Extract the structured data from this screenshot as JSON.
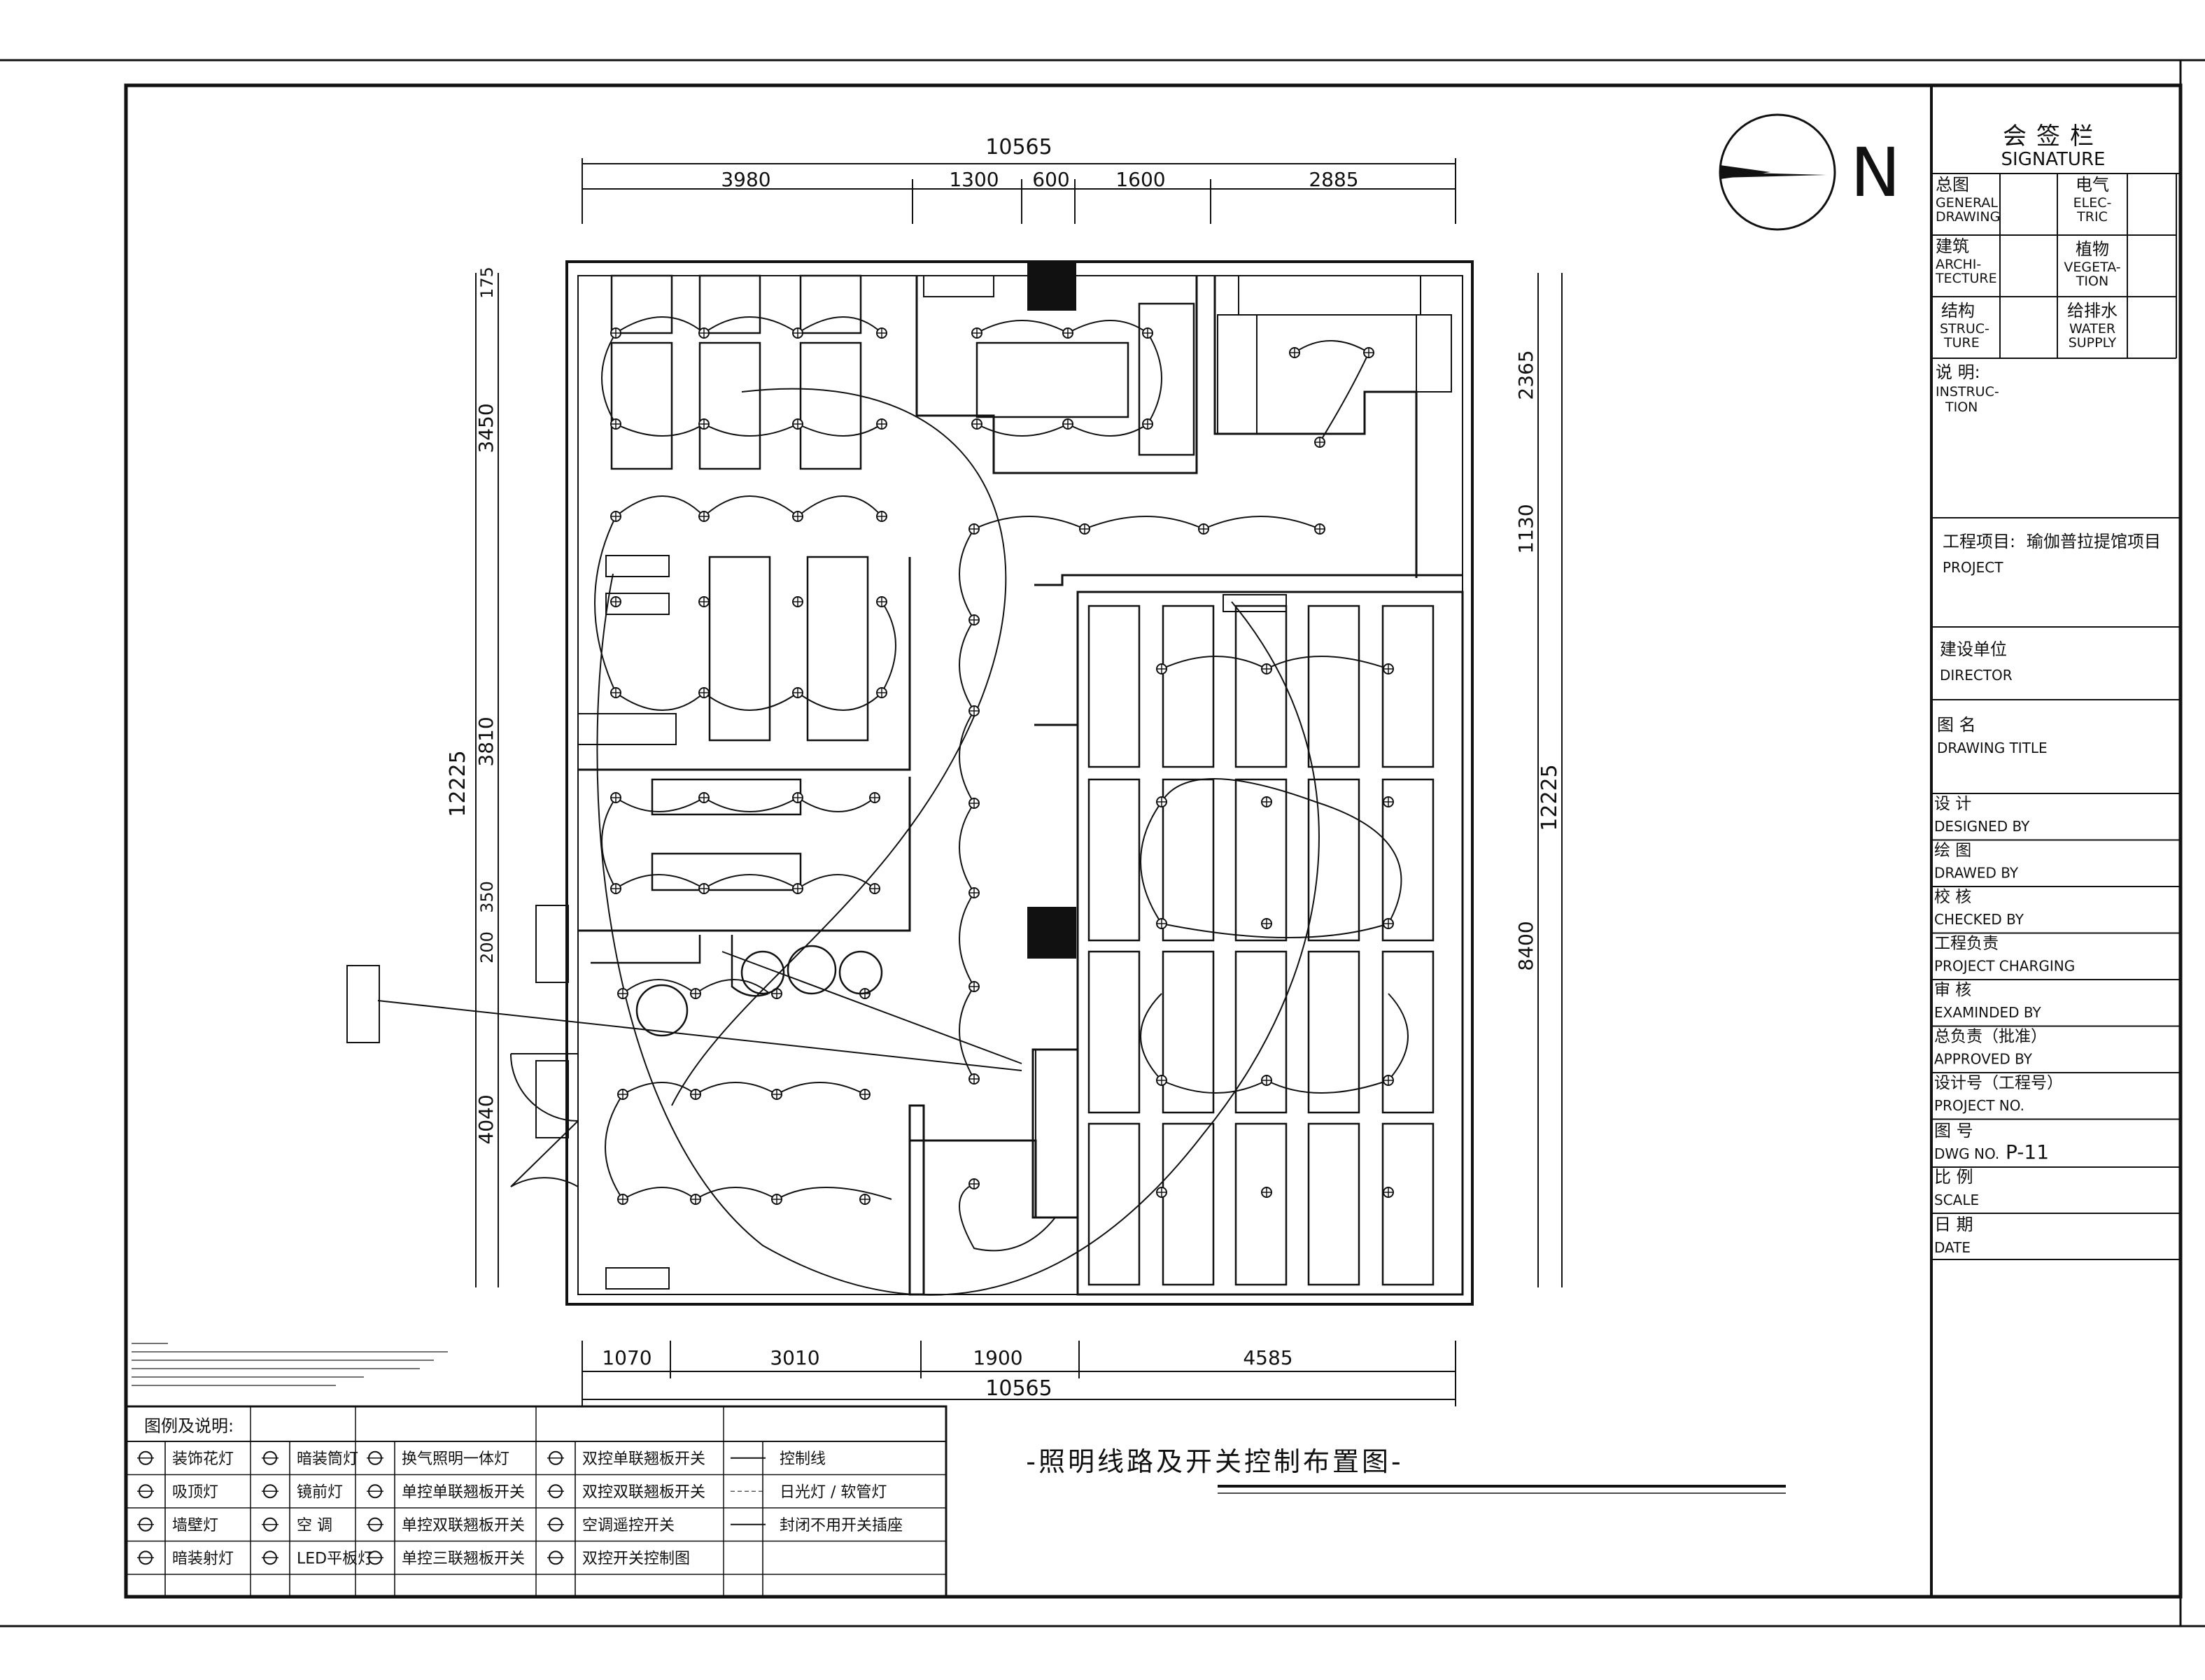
{
  "title_block": {
    "header_cn": "会签栏",
    "header_en": "SIGNATURE",
    "disciplines": [
      {
        "cn": "总图",
        "en1": "GENERAL",
        "en2": "DRAWING"
      },
      {
        "cn": "电气",
        "en1": "ELEC-",
        "en2": "TRIC"
      },
      {
        "cn": "建筑",
        "en1": "ARCHI-",
        "en2": "TECTURE"
      },
      {
        "cn": "植物",
        "en1": "VEGETA-",
        "en2": "TION"
      },
      {
        "cn": "结构",
        "en1": "STRUC-",
        "en2": "TURE"
      },
      {
        "cn": "给排水",
        "en1": "WATER",
        "en2": "SUPPLY"
      }
    ],
    "instruction_cn": "说 明:",
    "instruction_en1": "INSTRUC-",
    "instruction_en2": "TION",
    "project_label": "工程项目:",
    "project_value": "瑜伽普拉提馆项目",
    "project_en": "PROJECT",
    "director_cn": "建设单位",
    "director_en": "DIRECTOR",
    "drawing_title_cn": "图 名",
    "drawing_title_en": "DRAWING TITLE",
    "sign_rows": [
      {
        "cn": "设 计",
        "en": "DESIGNED  BY"
      },
      {
        "cn": "绘 图",
        "en": "DRAWED  BY"
      },
      {
        "cn": "校 核",
        "en": "CHECKED  BY"
      },
      {
        "cn": "工程负责",
        "en": "PROJECT CHARGING"
      },
      {
        "cn": "审 核",
        "en": "EXAMINDED  BY"
      },
      {
        "cn": "总负责（批准）",
        "en": "APPROVED  BY"
      },
      {
        "cn": "设计号（工程号）",
        "en": "PROJECT NO."
      }
    ],
    "dwg_cn": "图 号",
    "dwg_en": "DWG NO.",
    "dwg_value": "P-11",
    "scale_cn": "比 例",
    "scale_en": "SCALE",
    "date_cn": "日 期",
    "date_en": "DATE"
  },
  "north_label": "N",
  "dimensions": {
    "top_total": "10565",
    "top_segments": [
      "3980",
      "1300",
      "600",
      "1600",
      "2885"
    ],
    "bottom_total": "10565",
    "bottom_segments": [
      "1070",
      "3010",
      "1900",
      "4585"
    ],
    "left_total": "12225",
    "left_segments": [
      "175",
      "3450",
      "3810",
      "350",
      "200",
      "4040"
    ],
    "right_total": "12225",
    "right_segments": [
      "2365",
      "1130",
      "8400"
    ]
  },
  "drawing_name": "-照明线路及开关控制布置图-",
  "legend": {
    "title": "图例及说明:",
    "rows": [
      [
        "装饰花灯",
        "暗装筒灯",
        "换气照明一体灯",
        "双控单联翘板开关",
        "控制线"
      ],
      [
        "吸顶灯",
        "镜前灯",
        "单控单联翘板开关",
        "双控双联翘板开关",
        "日光灯  / 软管灯"
      ],
      [
        "墙壁灯",
        "空 调",
        "单控双联翘板开关",
        "空调遥控开关",
        "封闭不用开关插座"
      ],
      [
        "暗装射灯",
        "LED平板灯",
        "单控三联翘板开关",
        "双控开关控制图",
        ""
      ]
    ]
  }
}
